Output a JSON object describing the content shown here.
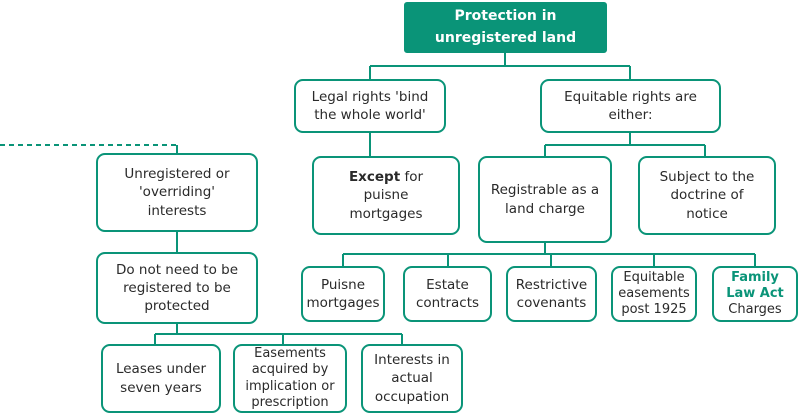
{
  "diagram": {
    "title": [
      "Protection in",
      "unregistered land"
    ],
    "legal_rights": [
      "Legal rights 'bind",
      "the whole world'"
    ],
    "equitable_rights": [
      "Equitable rights are",
      "either:"
    ],
    "unregistered_interests": [
      "Unregistered or",
      "'overriding'",
      "interests"
    ],
    "except_puisne": {
      "bold": "Except",
      "rest": " for",
      "line2": "puisne",
      "line3": "mortgages"
    },
    "registrable": [
      "Registrable as a",
      "land charge"
    ],
    "doctrine_notice": [
      "Subject to the",
      "doctrine of",
      "notice"
    ],
    "do_not_need": [
      "Do not need to be",
      "registered to be",
      "protected"
    ],
    "puisne_mortgages": [
      "Puisne",
      "mortgages"
    ],
    "estate_contracts": [
      "Estate",
      "contracts"
    ],
    "restrictive_covenants": [
      "Restrictive",
      "covenants"
    ],
    "equitable_easements": [
      "Equitable",
      "easements",
      "post 1925"
    ],
    "family_law_act": {
      "highlight1": "Family",
      "highlight2": "Law Act",
      "rest": "Charges"
    },
    "leases": [
      "Leases under",
      "seven years"
    ],
    "easements_acquired": [
      "Easements",
      "acquired by",
      "implication or",
      "prescription"
    ],
    "interests_occupation": [
      "Interests in",
      "actual",
      "occupation"
    ]
  },
  "colors": {
    "accent": "#0a9478",
    "text": "#2a2a2a"
  }
}
